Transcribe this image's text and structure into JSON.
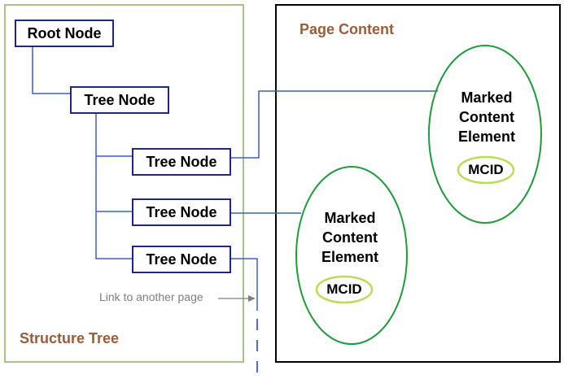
{
  "structure_tree": {
    "title": "Structure Tree",
    "root_node_label": "Root Node",
    "tree_nodes": [
      "Tree Node",
      "Tree Node",
      "Tree Node",
      "Tree Node"
    ],
    "link_label": "Link to another page"
  },
  "page_content": {
    "title": "Page Content",
    "marked_content_elements": [
      {
        "label_lines": [
          "Marked",
          "Content",
          "Element"
        ],
        "mcid": "MCID"
      },
      {
        "label_lines": [
          "Marked",
          "Content",
          "Element"
        ],
        "mcid": "MCID"
      }
    ]
  },
  "colors": {
    "structure_border": "#a9c18d",
    "page_border": "#000000",
    "title_text": "#9a5d3a",
    "node_border": "#1f2b7a",
    "connector": "#3a5fcd",
    "ellipse": "#1e9b3a",
    "mcid_ellipse": "#b9dd5a",
    "link_label": "#7f7f7f"
  }
}
